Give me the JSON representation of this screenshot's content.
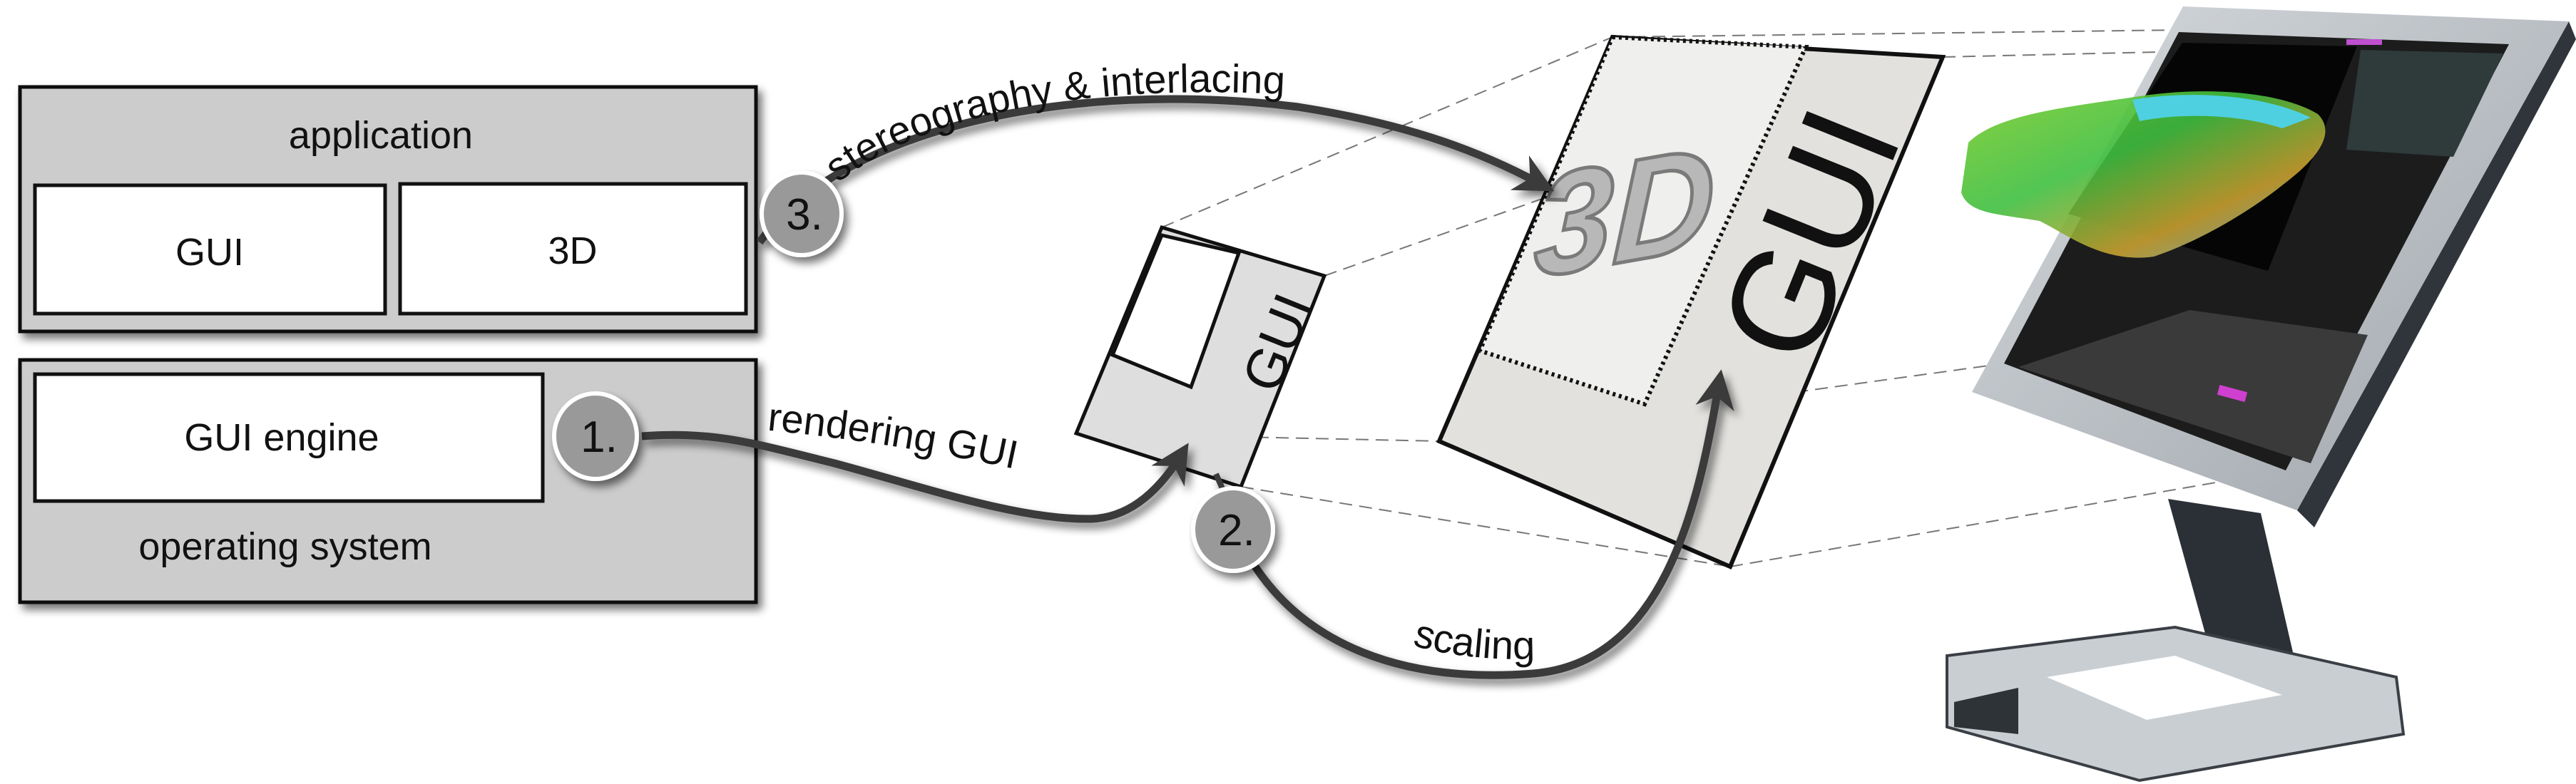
{
  "stack": {
    "application_label": "application",
    "gui_label": "GUI",
    "three_d_label": "3D",
    "gui_engine_label": "GUI engine",
    "os_label": "operating system"
  },
  "steps": [
    {
      "number": "1.",
      "label": "rendering GUI"
    },
    {
      "number": "2.",
      "label": "scaling"
    },
    {
      "number": "3.",
      "label": "stereography & interlacing"
    }
  ],
  "small_card": {
    "gui_label": "GUI"
  },
  "large_card": {
    "gui_label": "GUI",
    "three_d_label": "3D"
  },
  "colors": {
    "box_fill": "#cccccc",
    "card_fill": "#e0e0e0",
    "badge_fill": "#999999",
    "arrow": "#3a3a3a"
  }
}
